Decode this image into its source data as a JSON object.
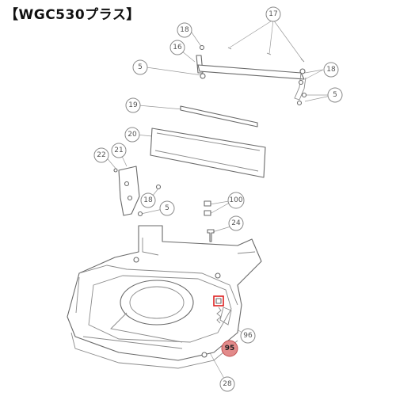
{
  "title": "【WGC530プラス】",
  "callouts": [
    "17",
    "18",
    "16",
    "5",
    "18",
    "5",
    "19",
    "20",
    "22",
    "21",
    "18",
    "5",
    "100",
    "24",
    "96",
    "95",
    "28"
  ],
  "highlight": "95"
}
